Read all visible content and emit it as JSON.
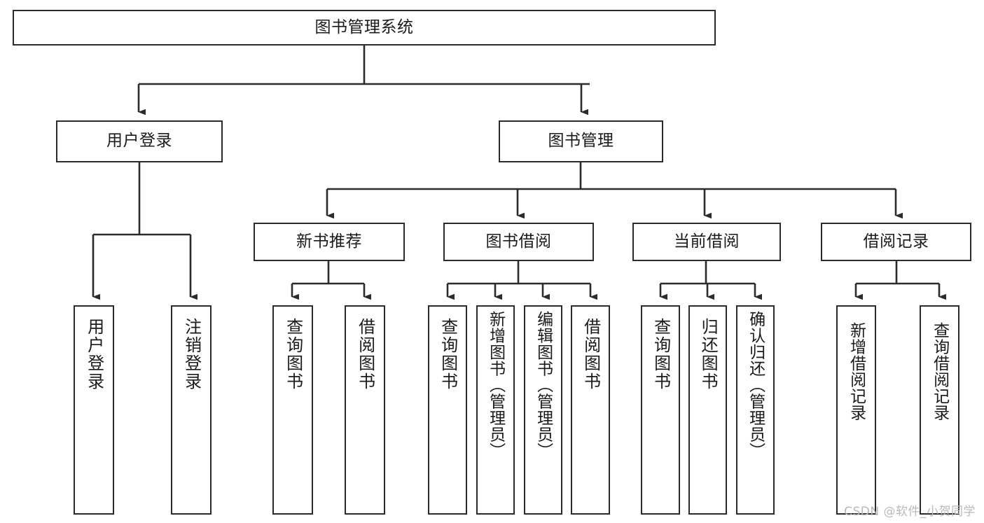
{
  "diagram": {
    "title": "图书管理系统",
    "type": "tree-hierarchy-diagram",
    "watermark": "CSDN @软件_小贺同学",
    "colors": {
      "background": "#ffffff",
      "box_border": "#2b2b2b",
      "box_fill": "#ffffff",
      "text": "#1a1a1a",
      "connector": "#2b2b2b",
      "watermark": "#b9b9b9"
    },
    "nodes": {
      "root": {
        "label": "图书管理系统",
        "orientation": "horizontal"
      },
      "level2": [
        {
          "id": "user-login",
          "label": "用户登录",
          "orientation": "horizontal"
        },
        {
          "id": "book-management",
          "label": "图书管理",
          "orientation": "horizontal"
        }
      ],
      "level3": [
        {
          "id": "new-book-recommend",
          "label": "新书推荐",
          "orientation": "horizontal"
        },
        {
          "id": "book-borrow",
          "label": "图书借阅",
          "orientation": "horizontal"
        },
        {
          "id": "current-borrow",
          "label": "当前借阅",
          "orientation": "horizontal"
        },
        {
          "id": "borrow-record",
          "label": "借阅记录",
          "orientation": "horizontal"
        }
      ],
      "leaves": [
        {
          "id": "leaf-user-login",
          "label": "用户登录",
          "orientation": "vertical",
          "parent": "user-login"
        },
        {
          "id": "leaf-logout-login",
          "label": "注销登录",
          "orientation": "vertical",
          "parent": "user-login"
        },
        {
          "id": "leaf-query-book-1",
          "label": "查询图书",
          "orientation": "vertical",
          "parent": "new-book-recommend"
        },
        {
          "id": "leaf-borrow-book-1",
          "label": "借阅图书",
          "orientation": "vertical",
          "parent": "new-book-recommend"
        },
        {
          "id": "leaf-query-book-2",
          "label": "查询图书",
          "orientation": "vertical",
          "parent": "book-borrow"
        },
        {
          "id": "leaf-add-book",
          "label": "新增图书（管理员）",
          "orientation": "vertical",
          "parent": "book-borrow"
        },
        {
          "id": "leaf-edit-book",
          "label": "编辑图书（管理员）",
          "orientation": "vertical",
          "parent": "book-borrow"
        },
        {
          "id": "leaf-borrow-book-2",
          "label": "借阅图书",
          "orientation": "vertical",
          "parent": "book-borrow"
        },
        {
          "id": "leaf-query-book-3",
          "label": "查询图书",
          "orientation": "vertical",
          "parent": "current-borrow"
        },
        {
          "id": "leaf-return-book",
          "label": "归还图书",
          "orientation": "vertical",
          "parent": "current-borrow"
        },
        {
          "id": "leaf-confirm-return",
          "label": "确认归还（管理员）",
          "orientation": "vertical",
          "parent": "current-borrow"
        },
        {
          "id": "leaf-add-borrow-record",
          "label": "新增借阅记录",
          "orientation": "vertical",
          "parent": "borrow-record"
        },
        {
          "id": "leaf-query-borrow-record",
          "label": "查询借阅记录",
          "orientation": "vertical",
          "parent": "borrow-record"
        }
      ]
    }
  }
}
